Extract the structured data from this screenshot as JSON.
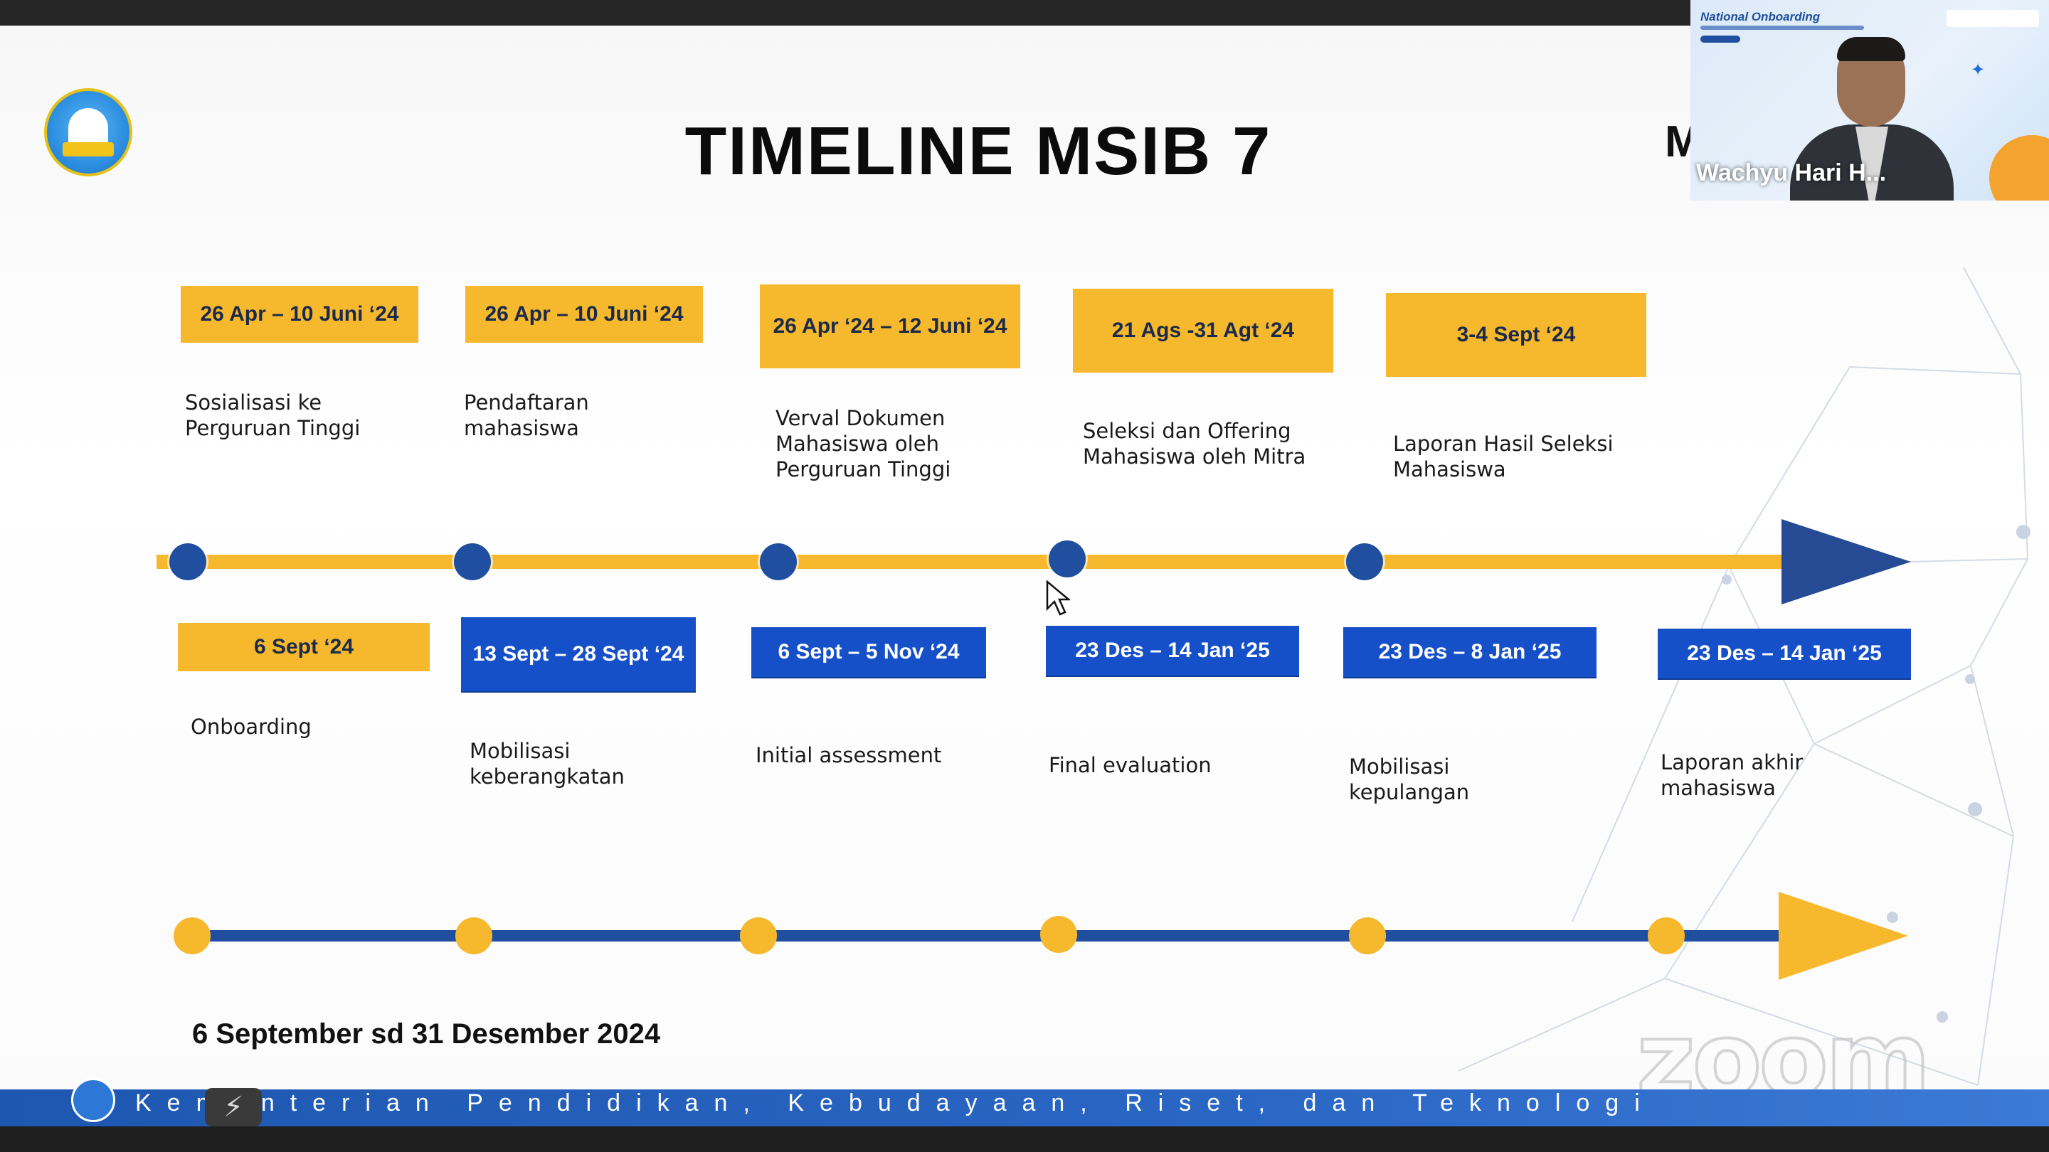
{
  "slide": {
    "title": "TIMELINE MSIB 7",
    "period": "6 September sd 31 Desember 2024",
    "footer_text": "Kementerian Pendidikan, Kebudayaan, Riset, dan Teknologi"
  },
  "top_timeline": [
    {
      "date": "26 Apr – 10 Juni ‘24",
      "label": "Sosialisasi ke\nPerguruan Tinggi"
    },
    {
      "date": "26 Apr – 10 Juni ‘24",
      "label": "Pendaftaran\nmahasiswa"
    },
    {
      "date": "26 Apr ‘24 – 12 Juni ‘24",
      "label": "Verval Dokumen\nMahasiswa oleh\nPerguruan Tinggi"
    },
    {
      "date": "21 Ags  -31 Agt ‘24",
      "label": "Seleksi dan Offering\nMahasiswa oleh Mitra"
    },
    {
      "date": "3-4 Sept ‘24",
      "label": "Laporan Hasil Seleksi\nMahasiswa"
    }
  ],
  "bottom_timeline": [
    {
      "date": "6 Sept ‘24",
      "label": "Onboarding",
      "style": "yellow"
    },
    {
      "date": "13 Sept – 28 Sept ‘24",
      "label": "Mobilisasi\nkeberangkatan",
      "style": "blue"
    },
    {
      "date": "6 Sept – 5 Nov ‘24",
      "label": "Initial assessment",
      "style": "blue"
    },
    {
      "date": "23 Des – 14 Jan ‘25",
      "label": "Final evaluation",
      "style": "blue"
    },
    {
      "date": "23 Des – 8 Jan ‘25",
      "label": "Mobilisasi\nkepulangan",
      "style": "blue"
    },
    {
      "date": "23 Des – 14 Jan ‘25",
      "label": "Laporan akhir\nmahasiswa",
      "style": "blue"
    }
  ],
  "video_tile": {
    "participant_name": "Wachyu Hari H...",
    "brand_text": "National Onboarding"
  },
  "watermark": "zoom",
  "colors": {
    "accent_yellow": "#f6b92e",
    "accent_blue": "#1650c8",
    "track_blue": "#1f4f9e"
  }
}
